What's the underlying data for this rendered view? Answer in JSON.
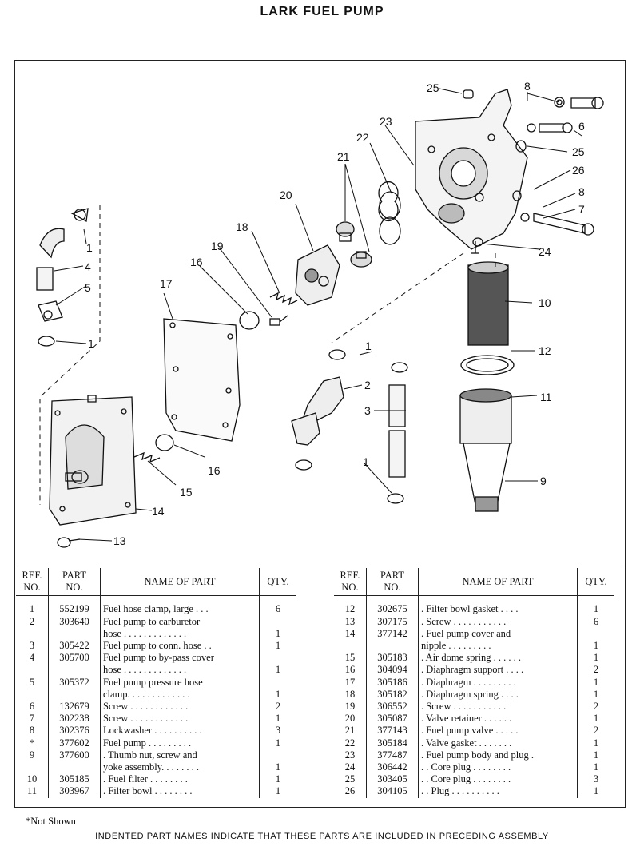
{
  "title": "LARK FUEL PUMP",
  "callouts": [
    "25",
    "8",
    "23",
    "22",
    "6",
    "21",
    "25",
    "26",
    "20",
    "8",
    "7",
    "24",
    "18",
    "19",
    "1",
    "16",
    "4",
    "5",
    "17",
    "10",
    "12",
    "1",
    "1",
    "2",
    "11",
    "3",
    "1",
    "16",
    "9",
    "15",
    "14",
    "13"
  ],
  "table_headers": {
    "ref": [
      "REF.",
      "NO."
    ],
    "part": [
      "PART",
      "NO."
    ],
    "name": "NAME OF PART",
    "qty": "QTY."
  },
  "left_table": [
    {
      "ref": "1",
      "part": "552199",
      "name": "Fuel hose clamp, large . . .",
      "qty": "6"
    },
    {
      "ref": "2",
      "part": "303640",
      "name": "Fuel pump to carburetor",
      "qty": ""
    },
    {
      "ref": "",
      "part": "",
      "name": "hose . . . . . . . . . . . . .",
      "qty": "1"
    },
    {
      "ref": "3",
      "part": "305422",
      "name": "Fuel pump to conn. hose . .",
      "qty": "1"
    },
    {
      "ref": "4",
      "part": "305700",
      "name": "Fuel pump to by-pass cover",
      "qty": ""
    },
    {
      "ref": "",
      "part": "",
      "name": "hose . . . . . . . . . . . . .",
      "qty": "1"
    },
    {
      "ref": "5",
      "part": "305372",
      "name": "Fuel pump pressure hose",
      "qty": ""
    },
    {
      "ref": "",
      "part": "",
      "name": "clamp. . . . . . . . . . . . .",
      "qty": "1"
    },
    {
      "ref": "6",
      "part": "132679",
      "name": "Screw . . . . . . . . . . . .",
      "qty": "2"
    },
    {
      "ref": "7",
      "part": "302238",
      "name": "Screw . . . . . . . . . . . .",
      "qty": "1"
    },
    {
      "ref": "8",
      "part": "302376",
      "name": "Lockwasher . . . . . . . . . .",
      "qty": "3"
    },
    {
      "ref": "*",
      "part": "377602",
      "name": "Fuel pump . . . . . . . . .",
      "qty": "1"
    },
    {
      "ref": "9",
      "part": "377600",
      "name": ". Thumb nut, screw and",
      "qty": ""
    },
    {
      "ref": "",
      "part": "",
      "name": "yoke assembly. . . . . . . .",
      "qty": "1"
    },
    {
      "ref": "10",
      "part": "305185",
      "name": ". Fuel filter . . . . . . . .",
      "qty": "1"
    },
    {
      "ref": "11",
      "part": "303967",
      "name": ". Filter bowl . . . . . . . .",
      "qty": "1"
    }
  ],
  "right_table": [
    {
      "ref": "12",
      "part": "302675",
      "name": ". Filter bowl gasket . . . .",
      "qty": "1"
    },
    {
      "ref": "13",
      "part": "307175",
      "name": ". Screw . . . . . . . . . . .",
      "qty": "6"
    },
    {
      "ref": "14",
      "part": "377142",
      "name": ". Fuel pump cover and",
      "qty": ""
    },
    {
      "ref": "",
      "part": "",
      "name": "nipple . . . . . . . . .",
      "qty": "1"
    },
    {
      "ref": "15",
      "part": "305183",
      "name": ". Air dome spring . . . . . .",
      "qty": "1"
    },
    {
      "ref": "16",
      "part": "304094",
      "name": ". Diaphragm support . . . .",
      "qty": "2"
    },
    {
      "ref": "17",
      "part": "305186",
      "name": ". Diaphragm . . . . . . . . .",
      "qty": "1"
    },
    {
      "ref": "18",
      "part": "305182",
      "name": ". Diaphragm spring . . . .",
      "qty": "1"
    },
    {
      "ref": "19",
      "part": "306552",
      "name": ". Screw . . . . . . . . . . .",
      "qty": "2"
    },
    {
      "ref": "20",
      "part": "305087",
      "name": ". Valve retainer . . . . . .",
      "qty": "1"
    },
    {
      "ref": "21",
      "part": "377143",
      "name": ". Fuel pump valve . . . . .",
      "qty": "2"
    },
    {
      "ref": "22",
      "part": "305184",
      "name": ". Valve gasket . . . . . . .",
      "qty": "1"
    },
    {
      "ref": "23",
      "part": "377487",
      "name": ". Fuel pump body and plug .",
      "qty": "1"
    },
    {
      "ref": "24",
      "part": "306442",
      "name": ". . Core plug . . . . . . . .",
      "qty": "1"
    },
    {
      "ref": "25",
      "part": "303405",
      "name": ". . Core plug . . . . . . . .",
      "qty": "3"
    },
    {
      "ref": "26",
      "part": "304105",
      "name": ". . Plug . . . . . . . . . .",
      "qty": "1"
    }
  ],
  "not_shown": "*Not Shown",
  "footnote": "INDENTED PART NAMES INDICATE THAT THESE PARTS ARE INCLUDED IN PRECEDING ASSEMBLY"
}
